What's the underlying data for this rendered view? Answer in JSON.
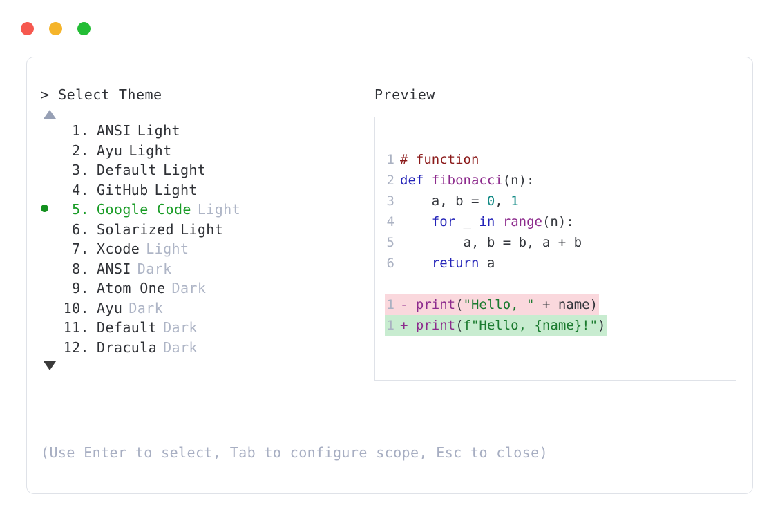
{
  "window": {
    "controls": [
      {
        "name": "close",
        "color": "#f6584f"
      },
      {
        "name": "minimize",
        "color": "#f5b42a"
      },
      {
        "name": "maximize",
        "color": "#23bd35"
      }
    ]
  },
  "left": {
    "prompt_caret": ">",
    "prompt_title": "Select Theme",
    "scroll_up_icon": "triangle-up-icon",
    "scroll_down_icon": "triangle-down-icon",
    "selected_index": 5,
    "themes": [
      {
        "index": "1.",
        "name": "ANSI",
        "variant": "Light",
        "variant_muted": false,
        "selected": false
      },
      {
        "index": "2.",
        "name": "Ayu",
        "variant": "Light",
        "variant_muted": false,
        "selected": false
      },
      {
        "index": "3.",
        "name": "Default",
        "variant": "Light",
        "variant_muted": false,
        "selected": false
      },
      {
        "index": "4.",
        "name": "GitHub",
        "variant": "Light",
        "variant_muted": false,
        "selected": false
      },
      {
        "index": "5.",
        "name": "Google Code",
        "variant": "Light",
        "variant_muted": true,
        "selected": true
      },
      {
        "index": "6.",
        "name": "Solarized",
        "variant": "Light",
        "variant_muted": false,
        "selected": false
      },
      {
        "index": "7.",
        "name": "Xcode",
        "variant": "Light",
        "variant_muted": true,
        "selected": false
      },
      {
        "index": "8.",
        "name": "ANSI",
        "variant": "Dark",
        "variant_muted": true,
        "selected": false
      },
      {
        "index": "9.",
        "name": "Atom One",
        "variant": "Dark",
        "variant_muted": true,
        "selected": false
      },
      {
        "index": "10.",
        "name": "Ayu",
        "variant": "Dark",
        "variant_muted": true,
        "selected": false
      },
      {
        "index": "11.",
        "name": "Default",
        "variant": "Dark",
        "variant_muted": true,
        "selected": false
      },
      {
        "index": "12.",
        "name": "Dracula",
        "variant": "Dark",
        "variant_muted": true,
        "selected": false
      }
    ],
    "hint": "(Use Enter to select, Tab to configure scope, Esc to close)"
  },
  "right": {
    "preview_label": "Preview",
    "code_lines": [
      {
        "n": "1",
        "tokens": [
          {
            "t": "# function",
            "c": "comment"
          }
        ]
      },
      {
        "n": "2",
        "tokens": [
          {
            "t": "def ",
            "c": "keyword"
          },
          {
            "t": "fibonacci",
            "c": "func"
          },
          {
            "t": "(n):",
            "c": "plain"
          }
        ]
      },
      {
        "n": "3",
        "tokens": [
          {
            "t": "    a, b = ",
            "c": "plain"
          },
          {
            "t": "0",
            "c": "number"
          },
          {
            "t": ", ",
            "c": "plain"
          },
          {
            "t": "1",
            "c": "number"
          }
        ]
      },
      {
        "n": "4",
        "tokens": [
          {
            "t": "    ",
            "c": "plain"
          },
          {
            "t": "for",
            "c": "keyword"
          },
          {
            "t": " _ ",
            "c": "plain"
          },
          {
            "t": "in",
            "c": "keyword"
          },
          {
            "t": " ",
            "c": "plain"
          },
          {
            "t": "range",
            "c": "builtin"
          },
          {
            "t": "(n):",
            "c": "plain"
          }
        ]
      },
      {
        "n": "5",
        "tokens": [
          {
            "t": "        a, b = b, a + b",
            "c": "plain"
          }
        ]
      },
      {
        "n": "6",
        "tokens": [
          {
            "t": "    ",
            "c": "plain"
          },
          {
            "t": "return",
            "c": "keyword"
          },
          {
            "t": " a",
            "c": "plain"
          }
        ]
      }
    ],
    "diff_lines": [
      {
        "n": "1",
        "kind": "del",
        "marker": "-",
        "tokens": [
          {
            "t": "print",
            "c": "builtin"
          },
          {
            "t": "(",
            "c": "plain"
          },
          {
            "t": "\"Hello, \"",
            "c": "string"
          },
          {
            "t": " + name)",
            "c": "plain"
          }
        ]
      },
      {
        "n": "1",
        "kind": "add",
        "marker": "+",
        "tokens": [
          {
            "t": "print",
            "c": "builtin"
          },
          {
            "t": "(",
            "c": "plain"
          },
          {
            "t": "f\"Hello, {name}!\"",
            "c": "string"
          },
          {
            "t": ")",
            "c": "plain"
          }
        ]
      }
    ]
  },
  "colors": {
    "accent_green": "#1a9c27",
    "muted": "#aeb5c6",
    "border": "#dfe2e8",
    "diff_del_bg": "#fad8dd",
    "diff_add_bg": "#c8ecd0"
  }
}
